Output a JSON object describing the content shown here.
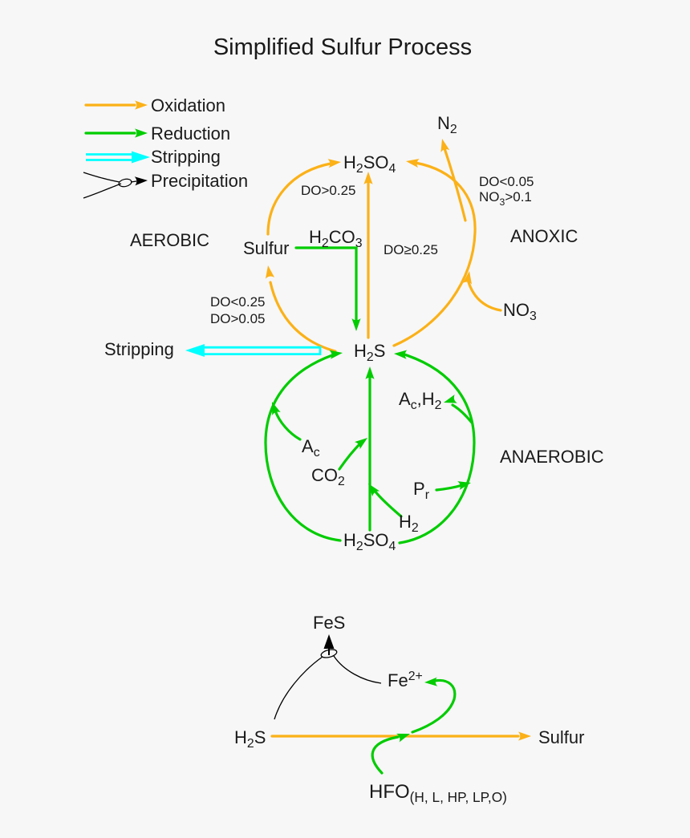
{
  "page": {
    "title": "Simplified Sulfur Process",
    "background": "#f7f7f7"
  },
  "colors": {
    "oxidation": "#fbb117",
    "reduction": "#00cc00",
    "stripping": "#00ffff",
    "precipitation": "#000000"
  },
  "legend": {
    "oxidation": "Oxidation",
    "reduction": "Reduction",
    "stripping": "Stripping",
    "precipitation": "Precipitation"
  },
  "zones": {
    "aerobic": "AEROBIC",
    "anoxic": "ANOXIC",
    "anaerobic": "ANAEROBIC"
  },
  "conditions": {
    "do_gt_025": "DO>0.25",
    "do_lt_005": "DO<0.05",
    "no3_gt_01": [
      [
        "NO"
      ],
      [
        "3",
        "sub"
      ],
      [
        ">0.1"
      ]
    ],
    "do_ge_025": "DO≥0.25",
    "do_lt_025": "DO<0.25",
    "do_gt_005": "DO>0.05"
  },
  "species": {
    "h2so4_top": [
      [
        "H"
      ],
      [
        "2",
        "sub"
      ],
      [
        "SO"
      ],
      [
        "4",
        "sub"
      ]
    ],
    "n2": [
      [
        "N"
      ],
      [
        "2",
        "sub"
      ]
    ],
    "sulfur": "Sulfur",
    "h2co3": [
      [
        "H"
      ],
      [
        "2",
        "sub"
      ],
      [
        "CO"
      ],
      [
        "3",
        "sub"
      ]
    ],
    "no3": [
      [
        "NO"
      ],
      [
        "3",
        "sub"
      ]
    ],
    "h2s": [
      [
        "H"
      ],
      [
        "2",
        "sub"
      ],
      [
        "S"
      ]
    ],
    "ac": [
      [
        "A"
      ],
      [
        "c",
        "sub"
      ]
    ],
    "co2": [
      [
        "CO"
      ],
      [
        "2",
        "sub"
      ]
    ],
    "ac_h2": [
      [
        "A"
      ],
      [
        "c",
        "sub"
      ],
      [
        ",H"
      ],
      [
        "2",
        "sub"
      ]
    ],
    "pr": [
      [
        "P"
      ],
      [
        "r",
        "sub"
      ]
    ],
    "h2": [
      [
        "H"
      ],
      [
        "2",
        "sub"
      ]
    ],
    "h2so4_bottom": [
      [
        "H"
      ],
      [
        "2",
        "sub"
      ],
      [
        "SO"
      ],
      [
        "4",
        "sub"
      ]
    ],
    "fes": "FeS",
    "fe2": [
      [
        "Fe"
      ],
      [
        "2+",
        "sup"
      ]
    ],
    "h2s_bottom": [
      [
        "H"
      ],
      [
        "2",
        "sub"
      ],
      [
        "S"
      ]
    ],
    "sulfur_bottom": "Sulfur",
    "hfo": [
      [
        "HFO"
      ],
      [
        "(H, L, HP, LP,O)",
        "sub"
      ]
    ]
  },
  "labels": {
    "stripping_arrow": "Stripping"
  }
}
